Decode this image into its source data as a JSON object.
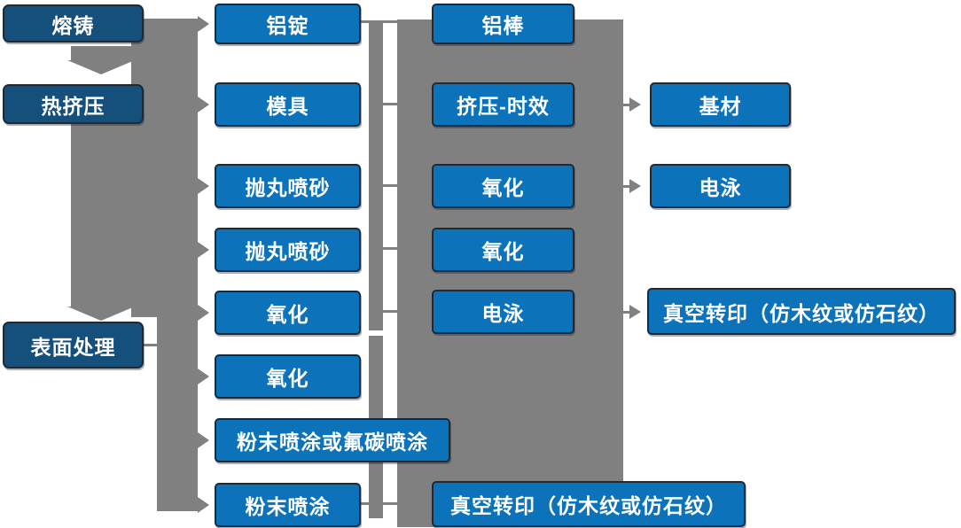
{
  "stages": [
    "熔铸",
    "热挤压",
    "表面处理"
  ],
  "inputs": [
    "铝锭",
    "模具",
    "抛丸喷砂",
    "抛丸喷砂",
    "氧化",
    "氧化",
    "粉末喷涂或氟碳喷涂",
    "粉末喷涂"
  ],
  "main_flow": [
    "铝棒",
    "挤压-时效",
    "氧化",
    "氧化",
    "电泳",
    "真空转印（仿木纹或仿石纹）"
  ],
  "outputs": [
    "基材",
    "电泳",
    "真空转印（仿木纹或仿石纹）"
  ],
  "colors": {
    "stage_fill": "#154f7c",
    "node_fill": "#0c72ba",
    "node_border": "#1c2b3a",
    "connector_gray": "#808080",
    "text": "#ffffff",
    "background": "#ffffff"
  }
}
